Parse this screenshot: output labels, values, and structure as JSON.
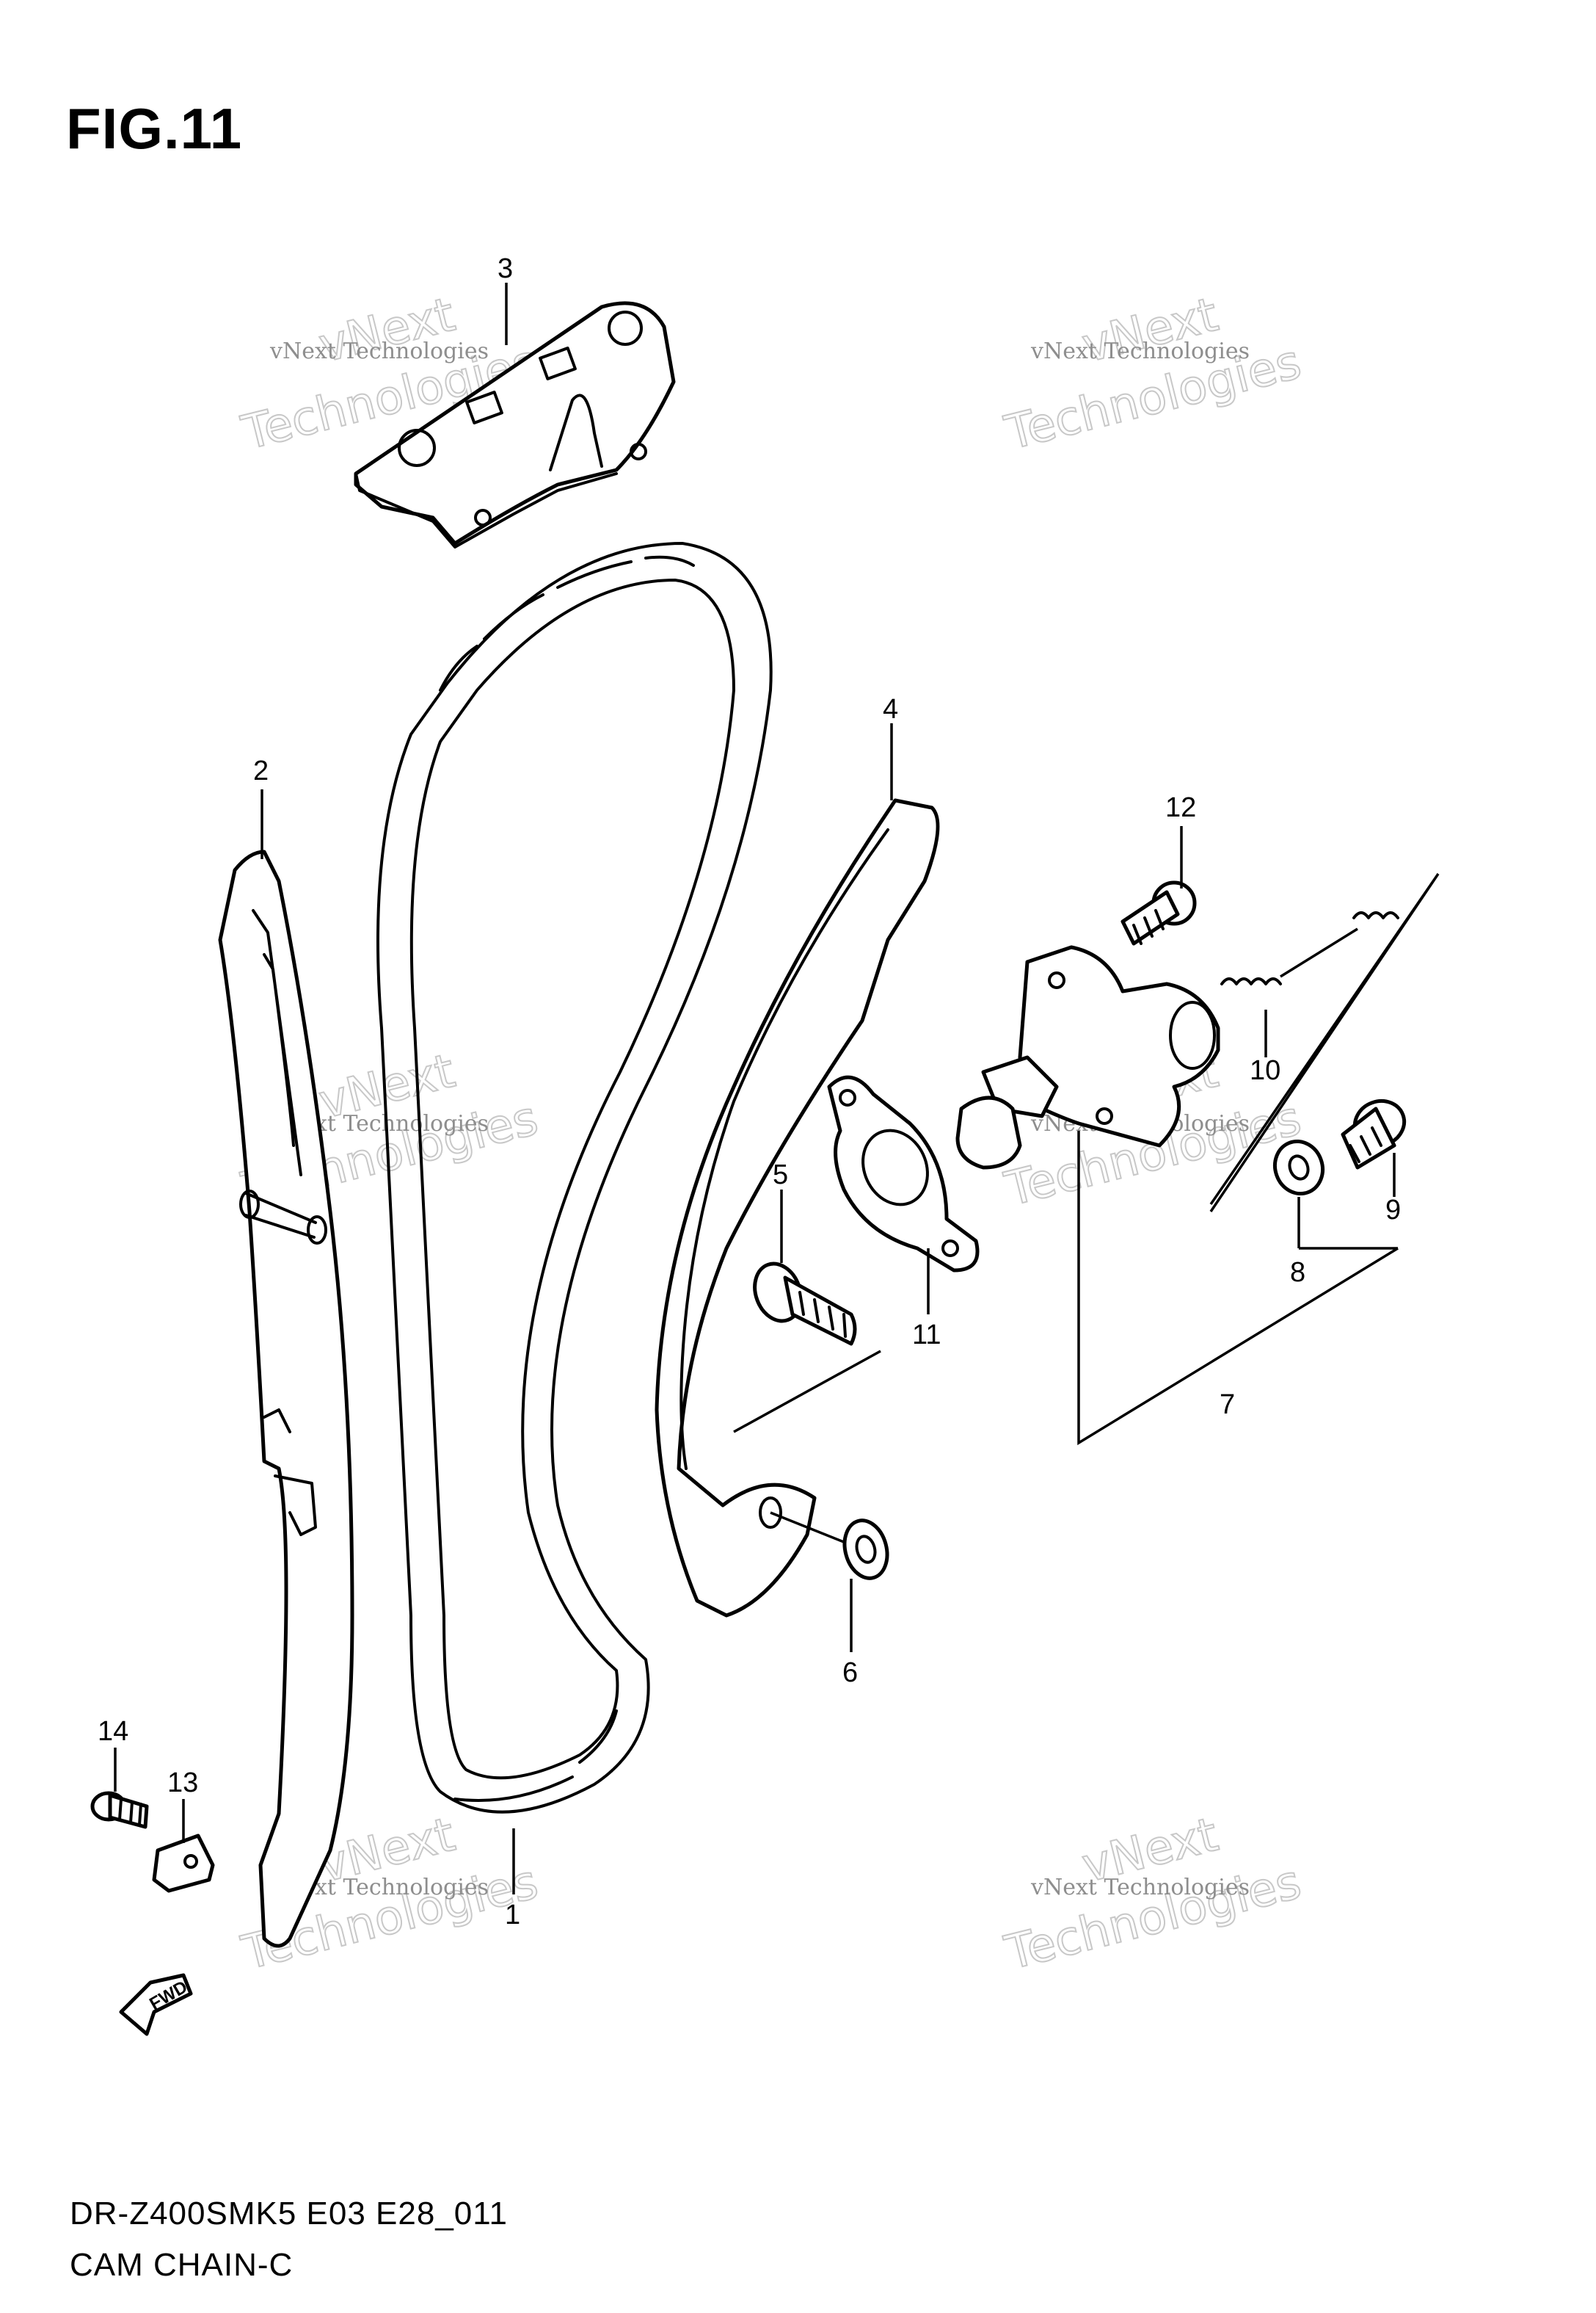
{
  "figure": {
    "title": "FIG.11"
  },
  "watermarks": [
    {
      "small": "vNext Technologies",
      "big_top": "vNext",
      "big_bottom": "Technologies"
    }
  ],
  "parts": [
    {
      "no": "1"
    },
    {
      "no": "2"
    },
    {
      "no": "3"
    },
    {
      "no": "4"
    },
    {
      "no": "5"
    },
    {
      "no": "6"
    },
    {
      "no": "7"
    },
    {
      "no": "8"
    },
    {
      "no": "9"
    },
    {
      "no": "10"
    },
    {
      "no": "11"
    },
    {
      "no": "12"
    },
    {
      "no": "13"
    },
    {
      "no": "14"
    }
  ],
  "direction_label": "FWD",
  "footer": {
    "model_code": "DR-Z400SMK5 E03 E28_011",
    "section": "CAM CHAIN-C"
  }
}
